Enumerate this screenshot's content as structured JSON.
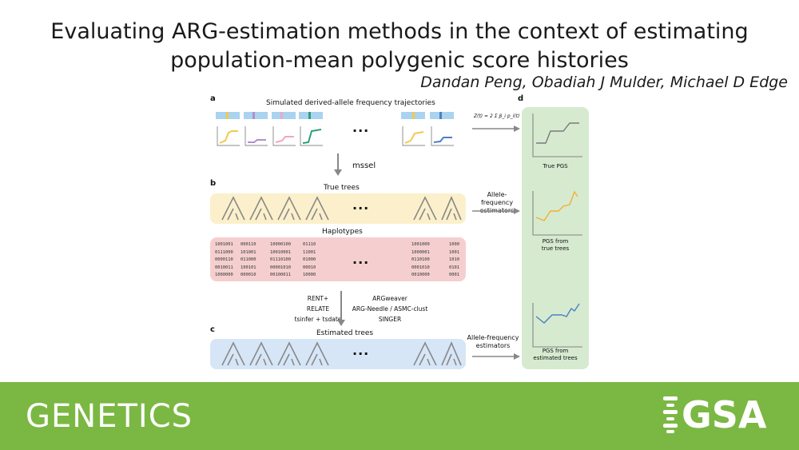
{
  "title": "Evaluating ARG-estimation methods in the context of estimating population-mean polygenic score histories",
  "authors": "Dandan Peng, Obadiah J Mulder, Michael D Edge",
  "figure": {
    "panel_a": "a",
    "panel_b": "b",
    "panel_c": "c",
    "panel_d": "d",
    "simulated_label": "Simulated derived-allele frequency trajectories",
    "mssel": "mssel",
    "true_trees": "True trees",
    "haplotypes": "Haplotypes",
    "estimated_trees": "Estimated trees",
    "methods_left": [
      "RENT+",
      "RELATE",
      "tsinfer + tsdate"
    ],
    "methods_right": [
      "ARGweaver",
      "ARG-Needle / ASMC-clust",
      "SINGER"
    ],
    "allele_freq_estimators": [
      "Allele-frequency",
      "estimators"
    ],
    "true_pgs": "True PGS",
    "pgs_true_trees": [
      "PGS from",
      "true trees"
    ],
    "pgs_estimated_trees": [
      "PGS from",
      "estimated trees"
    ],
    "formula": "Z(t) = 2 Σ β_i p_i(t)",
    "ellipsis": "...",
    "haplotype_cols": [
      "1001001\n0111000\n0000110\n0010011\n1000000",
      "000110\n101001\n011000\n100101\n000010",
      "10000100\n10010001\n01110100\n00001010\n00100011",
      "01110\n11001\n01000\n00010\n10000",
      "1001000\n1000001\n0110100\n0001010\n0010000",
      "1000\n1001\n1010\n0101\n0001"
    ]
  },
  "journal": "GENETICS",
  "publisher": "GSA",
  "colors": {
    "footer": "#7bb843",
    "true_trees_bg": "#fbf0cb",
    "haplotypes_bg": "#f5cfcf",
    "estimated_bg": "#d6e6f7",
    "pgs_bg": "#d6ead0"
  }
}
